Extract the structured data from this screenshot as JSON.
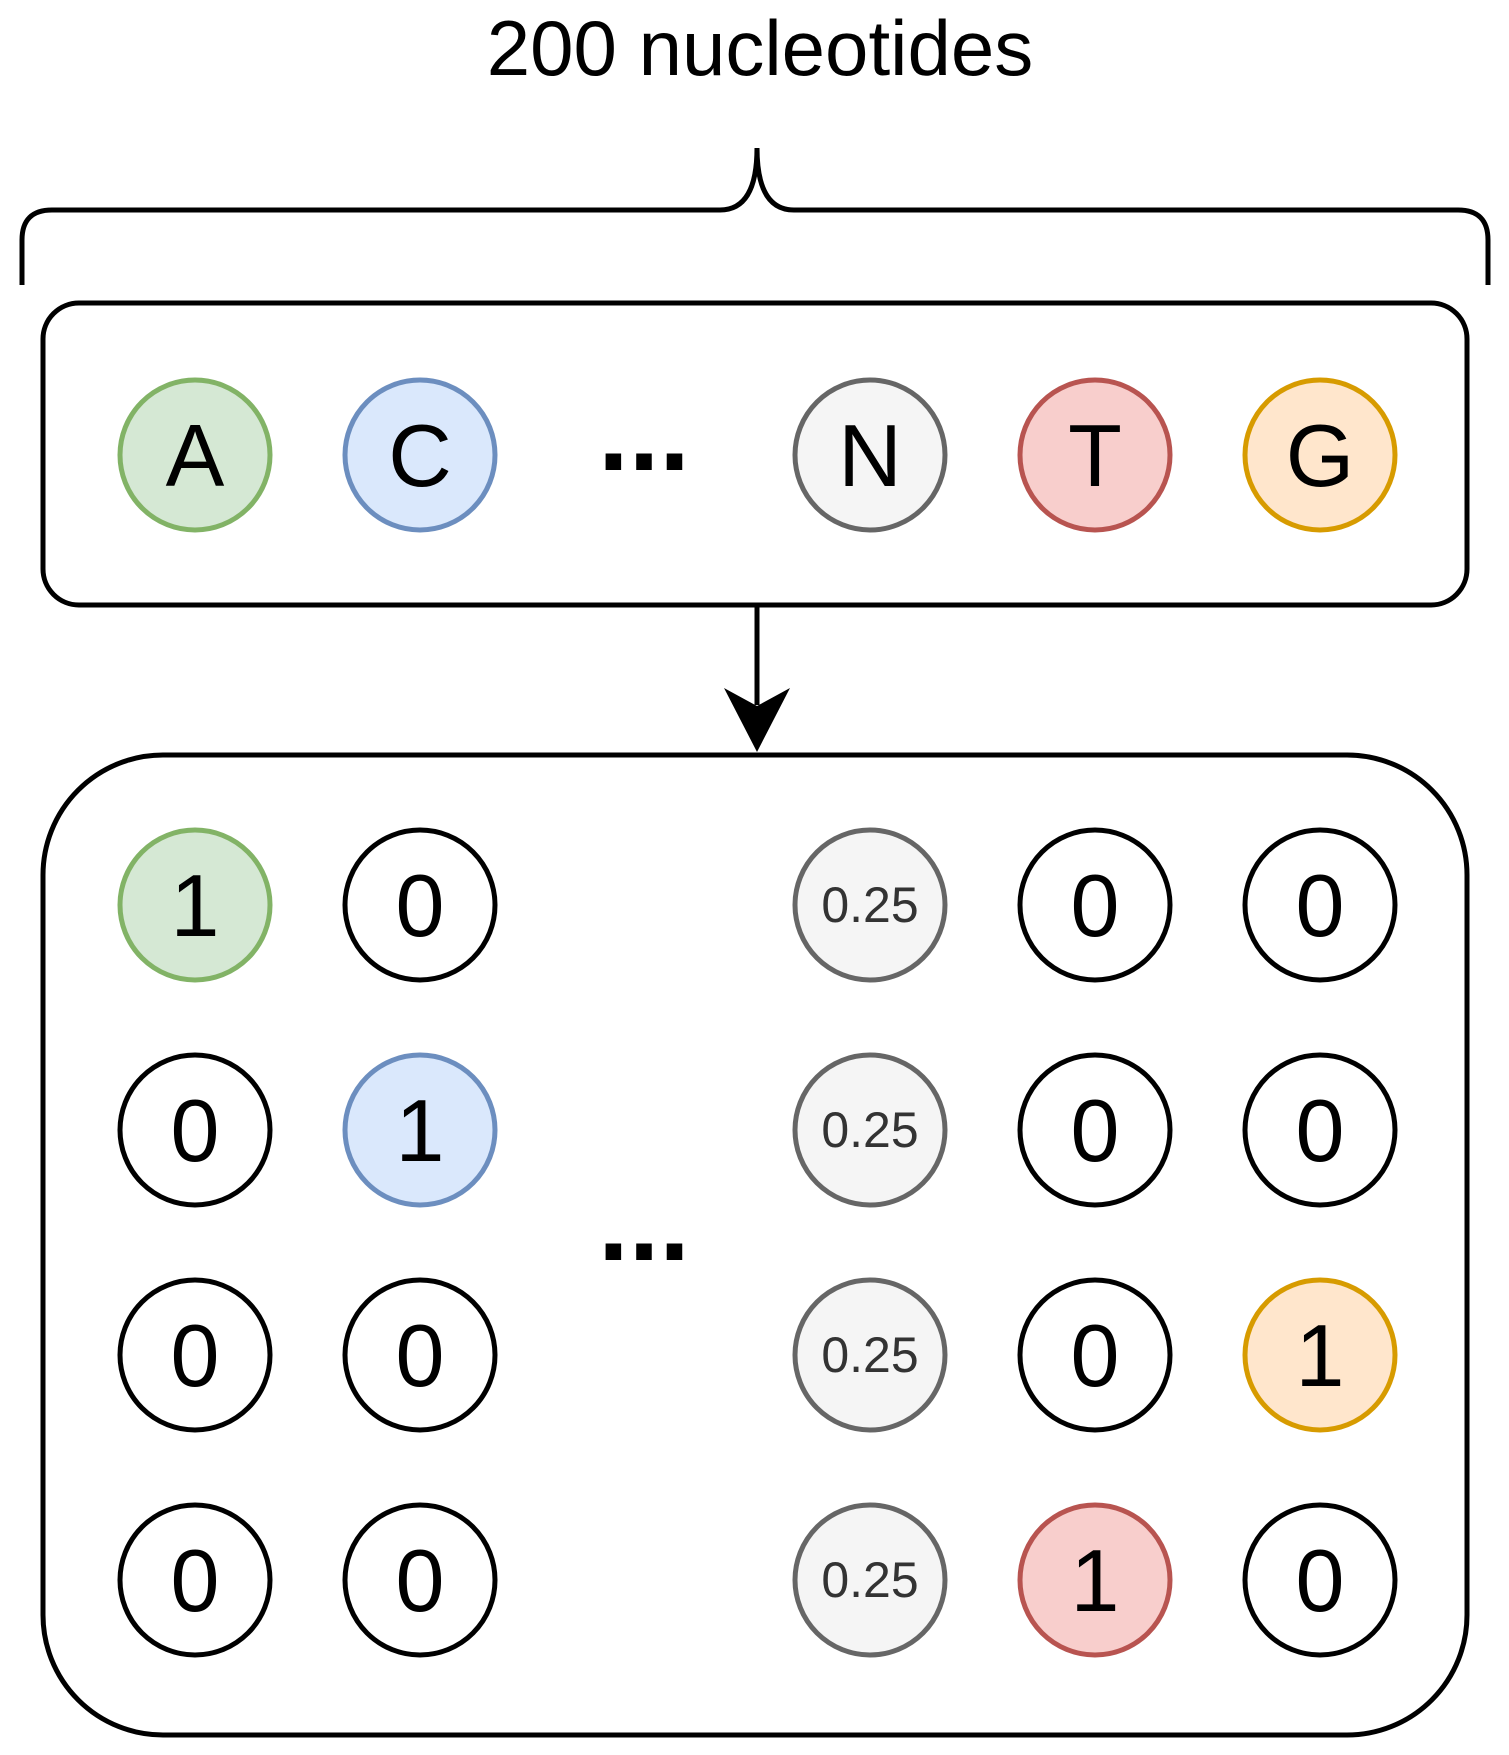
{
  "title": "200 nucleotides",
  "ellipsis": "...",
  "colors": {
    "A": {
      "fill": "#d5e8d4",
      "stroke": "#82b366"
    },
    "C": {
      "fill": "#dae8fc",
      "stroke": "#6c8ebf"
    },
    "N": {
      "fill": "#f5f5f5",
      "stroke": "#666666"
    },
    "T": {
      "fill": "#f8cecc",
      "stroke": "#b85450"
    },
    "G": {
      "fill": "#ffe6cc",
      "stroke": "#d79b00"
    },
    "plain": {
      "fill": "#ffffff",
      "stroke": "#000000"
    }
  },
  "sequence": [
    {
      "letter": "A",
      "color": "A"
    },
    {
      "letter": "C",
      "color": "C"
    },
    {
      "letter": "N",
      "color": "N"
    },
    {
      "letter": "T",
      "color": "T"
    },
    {
      "letter": "G",
      "color": "G"
    }
  ],
  "matrix": [
    [
      {
        "value": "1",
        "color": "A"
      },
      {
        "value": "0",
        "color": "plain"
      },
      {
        "value": "0.25",
        "color": "N"
      },
      {
        "value": "0",
        "color": "plain"
      },
      {
        "value": "0",
        "color": "plain"
      }
    ],
    [
      {
        "value": "0",
        "color": "plain"
      },
      {
        "value": "1",
        "color": "C"
      },
      {
        "value": "0.25",
        "color": "N"
      },
      {
        "value": "0",
        "color": "plain"
      },
      {
        "value": "0",
        "color": "plain"
      }
    ],
    [
      {
        "value": "0",
        "color": "plain"
      },
      {
        "value": "0",
        "color": "plain"
      },
      {
        "value": "0.25",
        "color": "N"
      },
      {
        "value": "0",
        "color": "plain"
      },
      {
        "value": "1",
        "color": "G"
      }
    ],
    [
      {
        "value": "0",
        "color": "plain"
      },
      {
        "value": "0",
        "color": "plain"
      },
      {
        "value": "0.25",
        "color": "N"
      },
      {
        "value": "1",
        "color": "T"
      },
      {
        "value": "0",
        "color": "plain"
      }
    ]
  ]
}
